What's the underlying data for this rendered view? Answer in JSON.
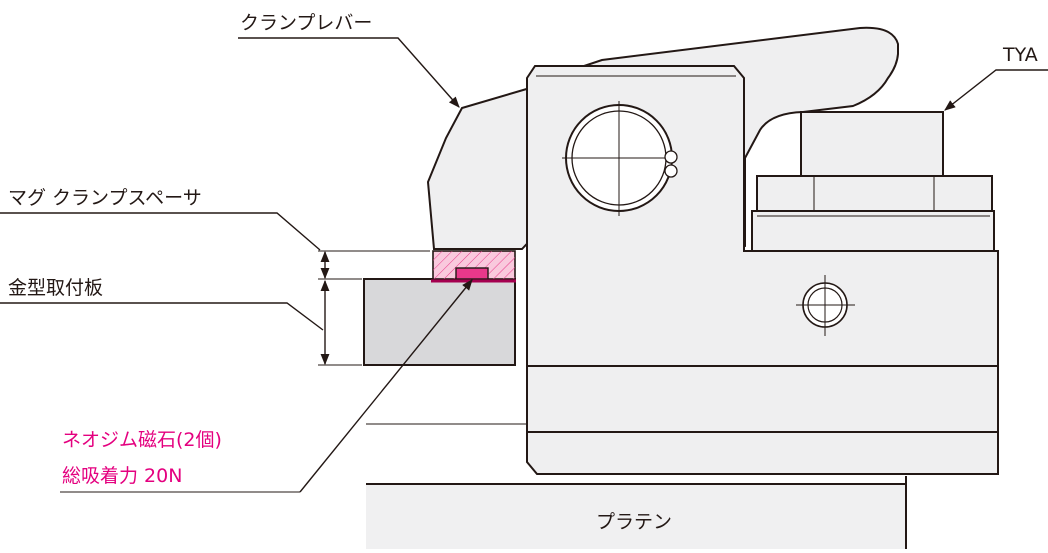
{
  "labels": {
    "clamp_lever": "クランプレバー",
    "tya": "TYA",
    "mag_spacer": "マグ クランプスペーサ",
    "die_plate": "金型取付板",
    "magnet_line1": "ネオジム磁石(2個)",
    "magnet_line2": "総吸着力 20N",
    "platen": "プラテン"
  },
  "colors": {
    "magnet_text": "#e4007f",
    "spacer_fill": "#f7b8d2",
    "magnet_fill": "#e8388a",
    "body_fill": "#efeff0",
    "die_plate_fill": "#d8d8da",
    "line": "#231815"
  }
}
